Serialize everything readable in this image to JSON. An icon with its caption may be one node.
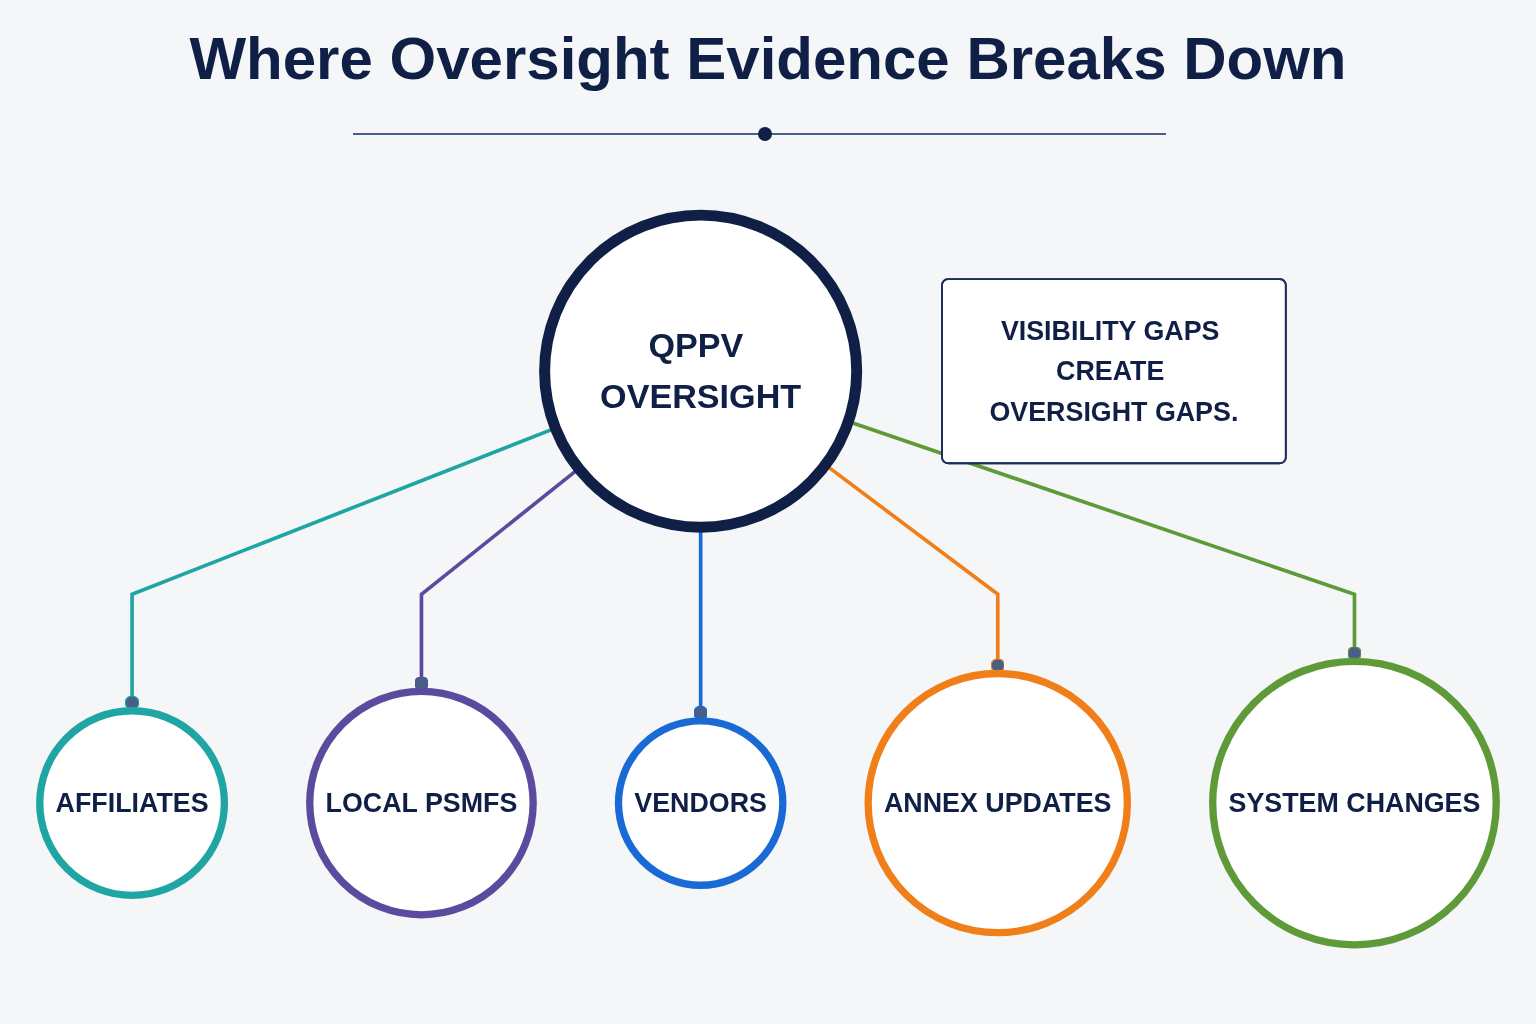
{
  "diagram": {
    "title": "Where Oversight Evidence Breaks Down",
    "nodes": [
      {
        "text": [
          "AFFILIATES"
        ]
      },
      {
        "text": [
          "LOCAL PSMFS"
        ]
      },
      {
        "text": [
          "VENDORS"
        ]
      },
      {
        "text": [
          "QPPV OVERSIGHT"
        ]
      },
      {
        "text": [
          "ANNEX UPDATES"
        ]
      },
      {
        "text": [
          "SYSTEM CHANGES"
        ]
      },
      {
        "text": [
          "VISIBILITY GAPS CREATE OVERSIGHT GAPS."
        ]
      }
    ],
    "edges": [
      {
        "from": 3,
        "to": 0,
        "arrow": "other",
        "color": "#1fa5a3"
      },
      {
        "from": 3,
        "to": 1,
        "arrow": "other",
        "color": "#5b4a9e"
      },
      {
        "from": 3,
        "to": 2,
        "arrow": "other",
        "color": "#1a6ad6"
      },
      {
        "from": 3,
        "to": 4,
        "arrow": "other",
        "color": "#f07f1a"
      },
      {
        "from": 3,
        "to": 5,
        "arrow": "other",
        "color": "#5f9a38"
      }
    ]
  }
}
